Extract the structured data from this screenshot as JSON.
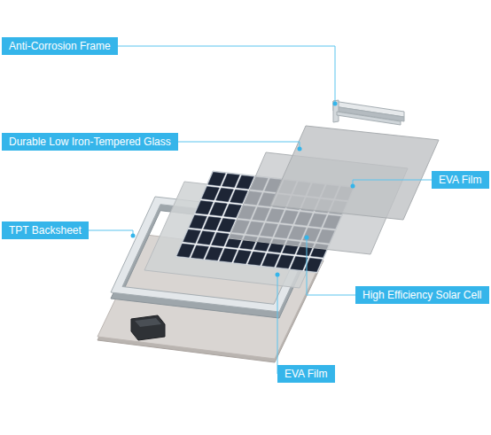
{
  "diagram": {
    "nodes": [
      {
        "text": [
          "Anti-Corrosion Frame"
        ]
      },
      {
        "text": [
          "Durable Low Iron-Tempered Glass"
        ]
      },
      {
        "text": [
          "EVA Film"
        ]
      },
      {
        "text": [
          "TPT Backsheet"
        ]
      },
      {
        "text": [
          "High Efficiency Solar Cell"
        ]
      },
      {
        "text": [
          "EVA Film"
        ]
      }
    ]
  }
}
